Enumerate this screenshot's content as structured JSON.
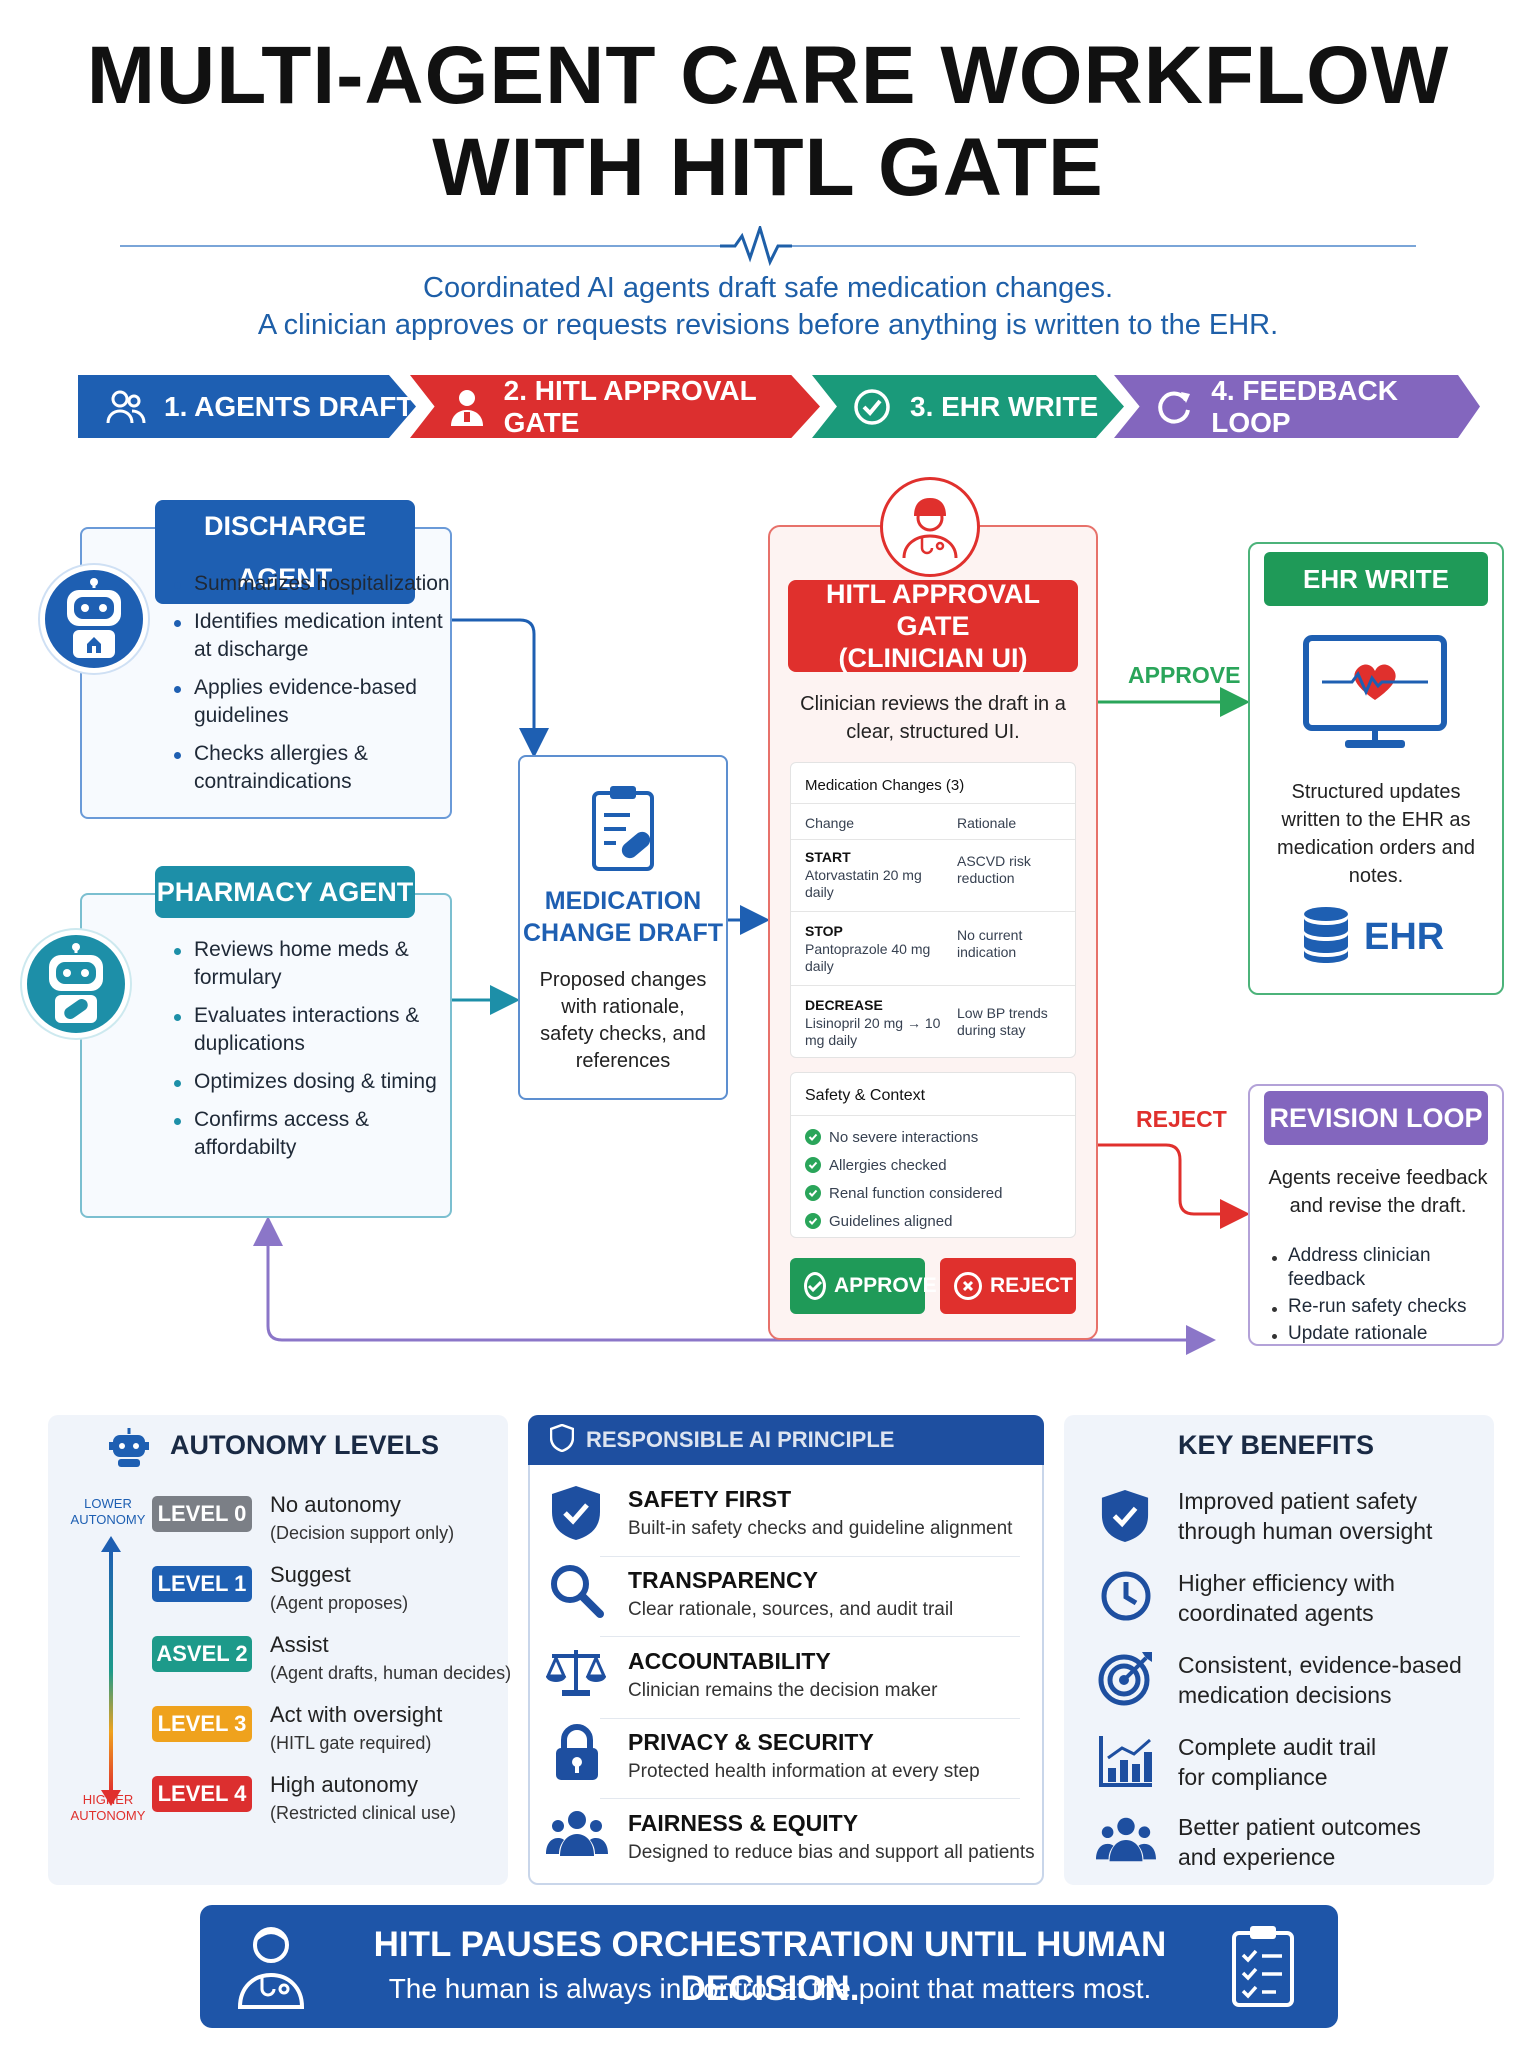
{
  "title": {
    "line1": "MULTI-AGENT CARE WORKFLOW",
    "line2": "WITH HITL GATE"
  },
  "subtitle": {
    "line1": "Coordinated AI agents draft safe medication changes.",
    "line2": "A clinician approves or requests revisions before anything is written to the EHR."
  },
  "steps": [
    {
      "label": "1. AGENTS DRAFT",
      "color": "#1e5fb2",
      "icon": "users-icon"
    },
    {
      "label": "2. HITL APPROVAL GATE",
      "color": "#dc2f2f",
      "icon": "user-icon"
    },
    {
      "label": "3. EHR WRITE",
      "color": "#1a9a7a",
      "icon": "check-circle-icon"
    },
    {
      "label": "4. FEEDBACK LOOP",
      "color": "#8366be",
      "icon": "refresh-icon"
    }
  ],
  "discharge": {
    "title": "DISCHARGE AGENT",
    "items": [
      "Summarizes hospitalization",
      "Identifies medication intent at discharge",
      "Applies evidence-based guidelines",
      "Checks allergies & contraindications"
    ]
  },
  "pharmacy": {
    "title": "PHARMACY AGENT",
    "items": [
      "Reviews home meds & formulary",
      "Evaluates interactions & duplications",
      "Optimizes dosing & timing",
      "Confirms access & affordabilty"
    ]
  },
  "draft": {
    "title_line1": "MEDICATION",
    "title_line2": "CHANGE DRAFT",
    "desc": "Proposed changes with rationale, safety checks, and references"
  },
  "hitl": {
    "title_line1": "HITL APPROVAL GATE",
    "title_line2": "(CLINICIAN UI)",
    "desc": "Clinician reviews the draft in a clear, structured UI.",
    "table": {
      "heading": "Medication Changes (3)",
      "col_change": "Change",
      "col_rationale": "Rationale",
      "rows": [
        {
          "action": "START",
          "drug": "Atorvastatin 20 mg daily",
          "rationale": "ASCVD risk reduction"
        },
        {
          "action": "STOP",
          "drug": "Pantoprazole 40 mg daily",
          "rationale": "No current indication"
        },
        {
          "action": "DECREASE",
          "drug": "Lisinopril 20 mg → 10 mg daily",
          "rationale": "Low BP trends during stay"
        }
      ]
    },
    "safety": {
      "heading": "Safety & Context",
      "items": [
        "No severe interactions",
        "Allergies checked",
        "Renal function considered",
        "Guidelines aligned"
      ]
    },
    "approve_btn": "APPROVE",
    "reject_btn": "REJECT"
  },
  "arrows": {
    "approve": "APPROVE",
    "reject": "REJECT"
  },
  "ehr_tool": {
    "title": "EHR WRITE TOOL",
    "desc": "Structured updates written to the EHR as medication orders and notes.",
    "db_label": "EHR"
  },
  "revision": {
    "title": "REVISION LOOP",
    "desc": "Agents receive feedback and revise the draft.",
    "items": [
      "Address clinician feedback",
      "Re-run safety checks",
      "Update rationale"
    ]
  },
  "autonomy": {
    "title": "AUTONOMY LEVELS",
    "lower": [
      "LOWER",
      "AUTONOMY"
    ],
    "higher": [
      "HIGHER",
      "AUTONOMY"
    ],
    "levels": [
      {
        "badge": "LEVEL 0",
        "name": "No autonomy",
        "detail": "(Decision support only)",
        "color": "#7b7f86"
      },
      {
        "badge": "LEVEL 1",
        "name": "Suggest",
        "detail": "(Agent proposes)",
        "color": "#1e5fb2"
      },
      {
        "badge": "ASVEL 2",
        "name": "Assist",
        "detail": "(Agent drafts, human decides)",
        "color": "#1d9a8a"
      },
      {
        "badge": "LEVEL 3",
        "name": "Act with oversight",
        "detail": "(HITL gate required)",
        "color": "#efa21d"
      },
      {
        "badge": "LEVEL 4",
        "name": "High autonomy",
        "detail": "(Restricted clinical use)",
        "color": "#dc2f2f"
      }
    ]
  },
  "principles": {
    "title": "RESPONSIBLE AI PRINCIPLE",
    "items": [
      {
        "name": "SAFETY FIRST",
        "desc": "Built-in safety checks and guideline alignment"
      },
      {
        "name": "TRANSPARENCY",
        "desc": "Clear rationale, sources, and audit trail"
      },
      {
        "name": "ACCOUNTABILITY",
        "desc": "Clinician remains the decision maker"
      },
      {
        "name": "PRIVACY & SECURITY",
        "desc": "Protected health information at every step"
      },
      {
        "name": "FAIRNESS & EQUITY",
        "desc": "Designed to reduce bias and support all patients"
      }
    ]
  },
  "benefits": {
    "title": "KEY BENEFITS",
    "items": [
      {
        "line1": "Improved patient safety",
        "line2": "through human oversight"
      },
      {
        "line1": "Higher efficiency with",
        "line2": "coordinated agents"
      },
      {
        "line1": "Consistent, evidence-based",
        "line2": "medication decisions"
      },
      {
        "line1": "Complete audit trail",
        "line2": "for compliance"
      },
      {
        "line1": "Better patient outcomes",
        "line2": "and experience"
      }
    ]
  },
  "footer": {
    "headline": "HITL PAUSES ORCHESTRATION UNTIL HUMAN DECISION.",
    "sub": "The human is always in control at the point that matters most."
  }
}
